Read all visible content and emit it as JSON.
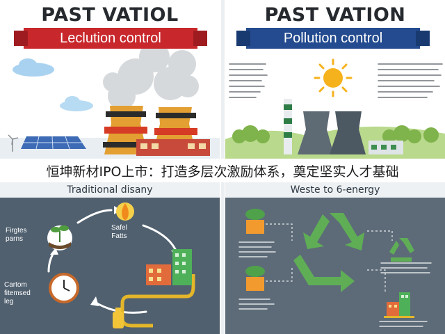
{
  "panels": {
    "top_left": {
      "title": "PAST VATIOL",
      "banner": "Leclution control"
    },
    "top_right": {
      "title": "PAST VATION",
      "banner": "Pollution control"
    },
    "bottom_left": {
      "title": "Traditional disany",
      "label_fuel": "Safel\nFatts",
      "label_plants": "Firgtes\nparns",
      "label_carbon": "Cartom\nfitemsed\nleg"
    },
    "bottom_right": {
      "title": "Weste to 6-energy"
    }
  },
  "caption": "恒坤新材IPO上市：打造多层次激励体系，奠定坚实人才基础",
  "icons": {
    "top_left": [
      "cloud-icon",
      "solar-panel-icon",
      "cooling-tower-icon",
      "windmill-icon"
    ],
    "top_right": [
      "sun-icon",
      "cooling-tower-icon",
      "factory-icon",
      "trees-icon"
    ],
    "bottom_left": [
      "flame-icon",
      "sapling-icon",
      "clock-icon",
      "city-icon",
      "bottle-icon"
    ],
    "bottom_right": [
      "recycle-icon",
      "plant-pot-icon",
      "city-icon"
    ]
  },
  "colors": {
    "banner_red": "#c8282c",
    "banner_blue": "#244b8f",
    "panel_dark": "#50606f",
    "recycle_green": "#5fae56"
  }
}
